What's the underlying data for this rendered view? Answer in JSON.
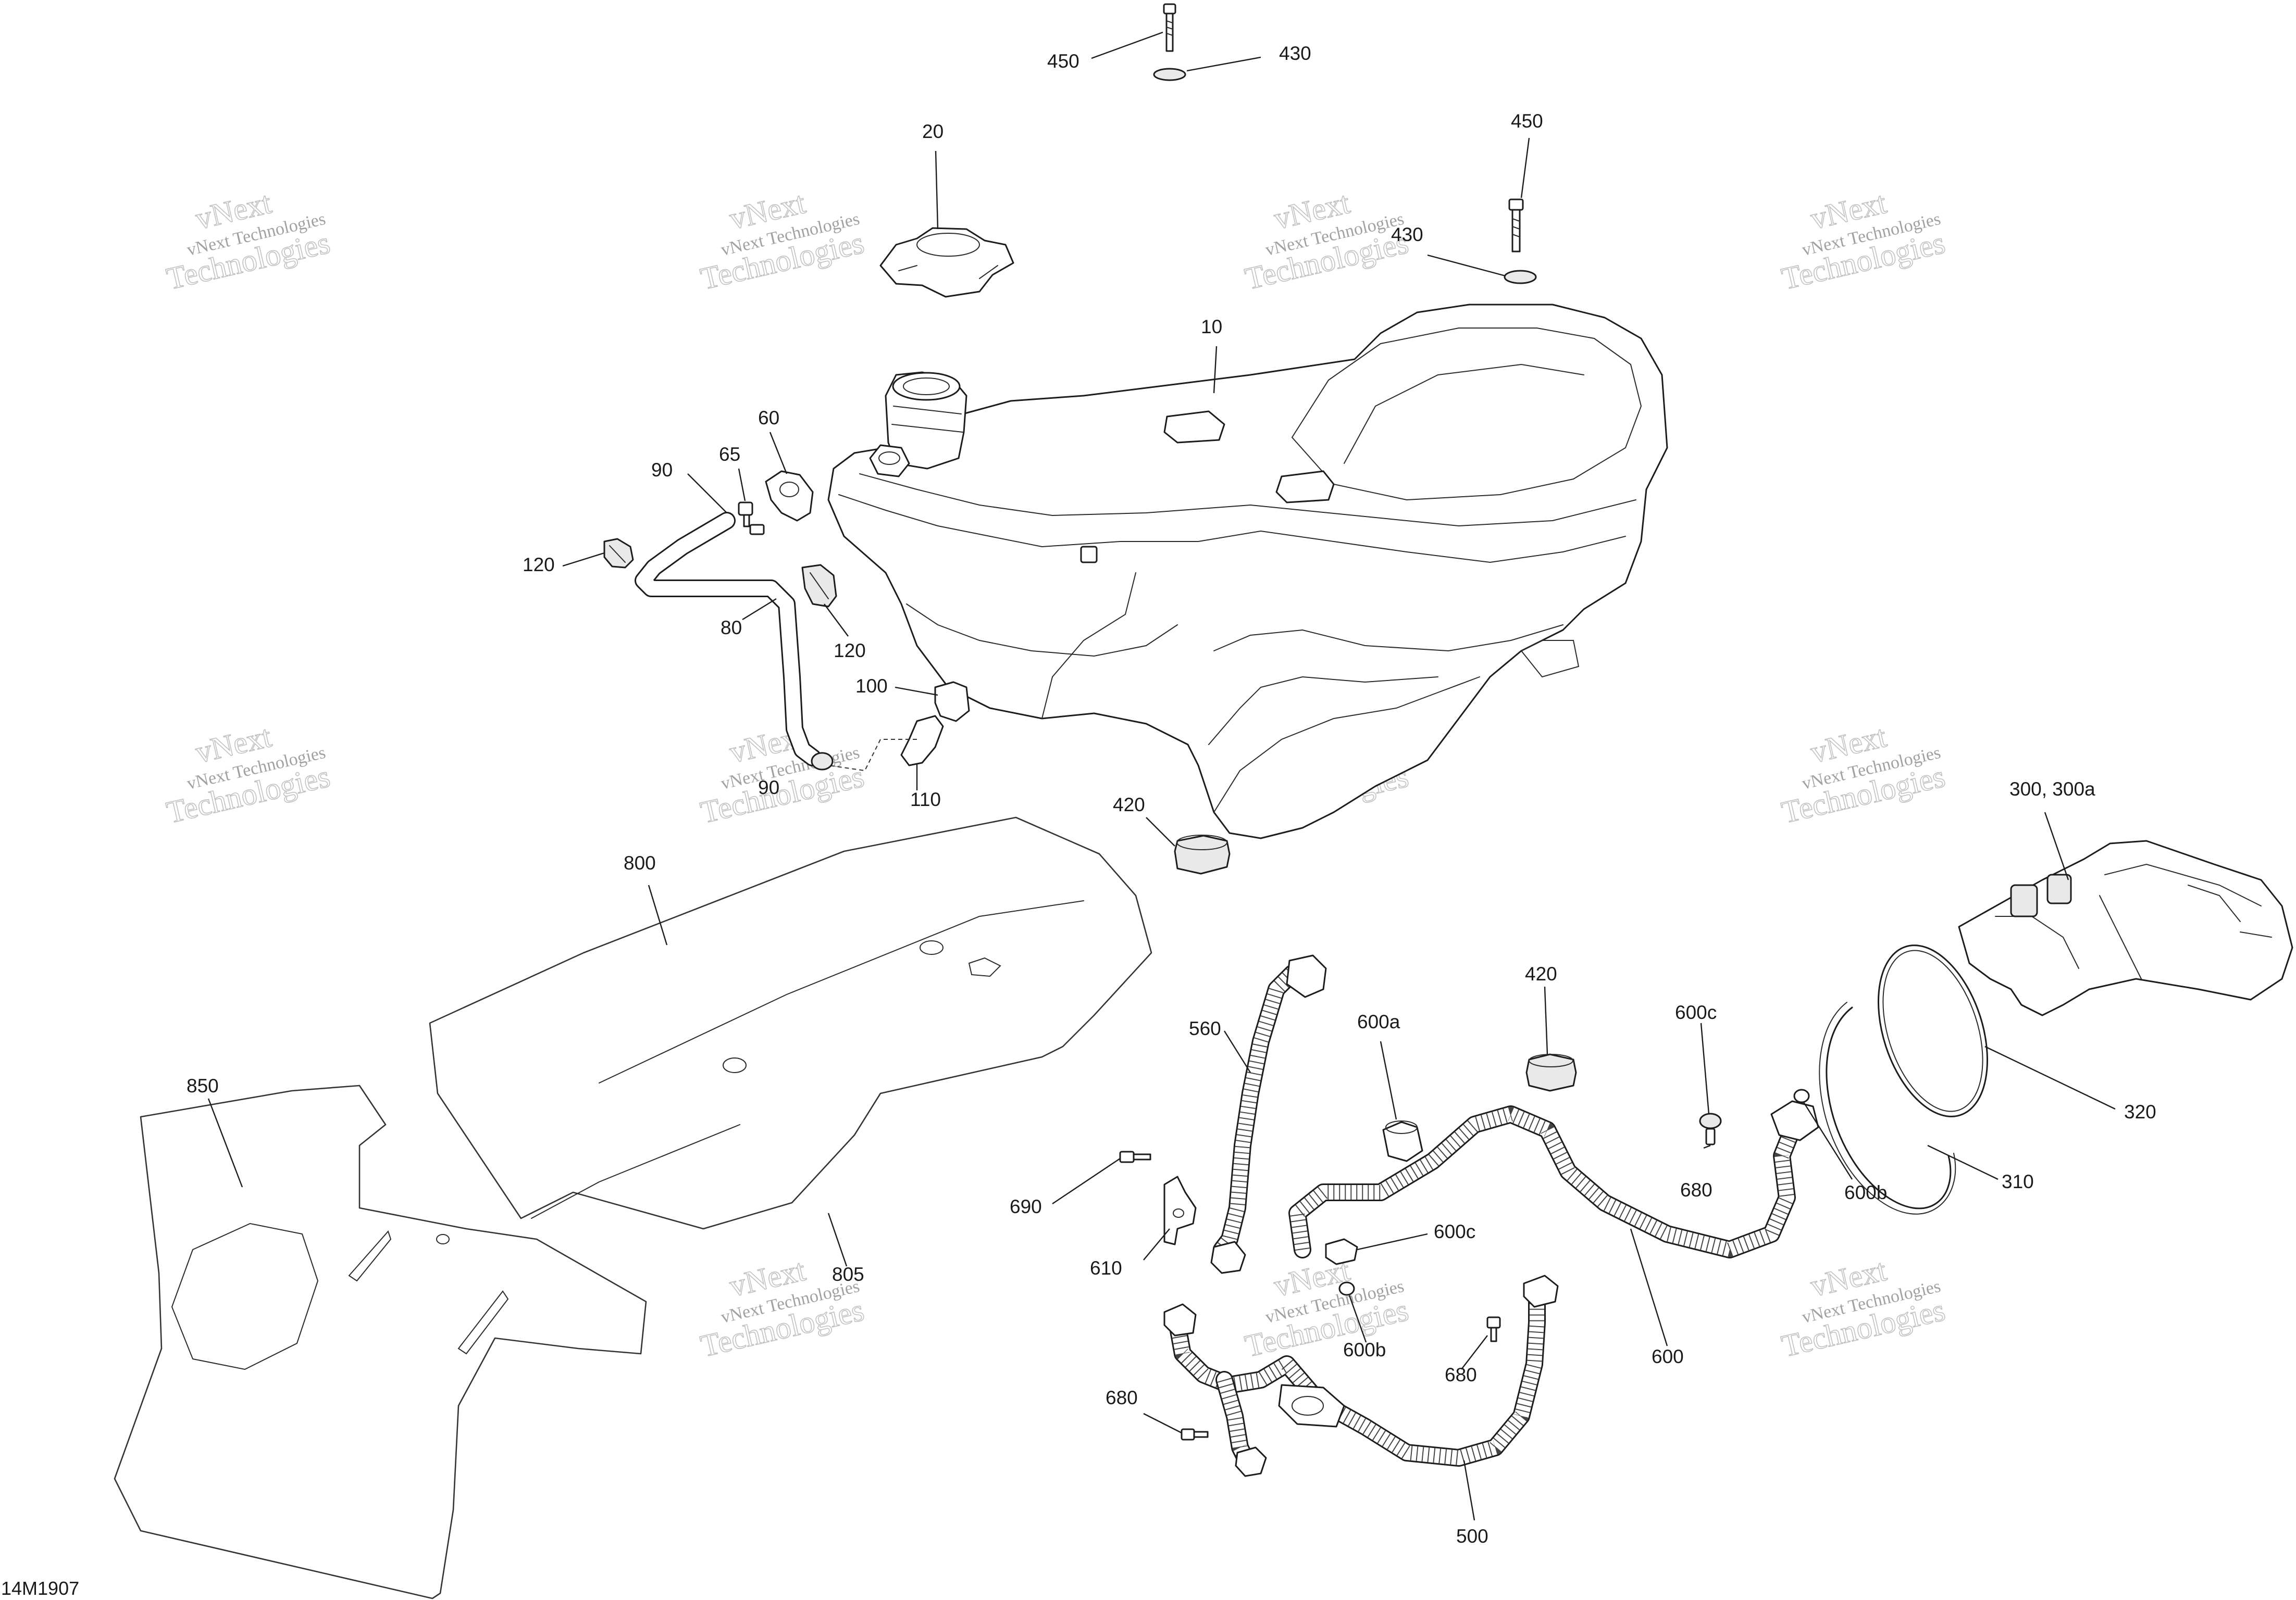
{
  "diagram": {
    "figure_number": "14M1907",
    "watermark": {
      "line1": "vNext",
      "line2": "vNext Technologies",
      "line3": "Technologies"
    },
    "callouts": [
      "450",
      "430",
      "20",
      "450",
      "430",
      "10",
      "60",
      "65",
      "90",
      "120",
      "80",
      "120",
      "100",
      "90",
      "110",
      "420",
      "800",
      "850",
      "805",
      "300, 300a",
      "420",
      "560",
      "600a",
      "600c",
      "680",
      "600b",
      "320",
      "310",
      "690",
      "610",
      "600c",
      "600b",
      "680",
      "600",
      "680",
      "500"
    ],
    "parts": {
      "p10": "fuel-tank",
      "p20": "fuel-cap",
      "p60": "valve",
      "p65": "screw",
      "p80": "vent-hose",
      "p90": "clamp",
      "p100": "fitting",
      "p110": "elbow-fitting",
      "p120": "hose-clip",
      "p300": "fuel-pump-module",
      "p310": "locking-ring",
      "p320": "gasket",
      "p420": "rubber-grommet",
      "p430": "washer",
      "p450": "bolt",
      "p500": "fuel-hose-assembly",
      "p560": "fuel-hose",
      "p600": "fuel-hose",
      "p600a": "sleeve",
      "p600b": "o-ring",
      "p600c": "clamp",
      "p610": "bracket",
      "p680": "quick-connector",
      "p690": "screw",
      "p800": "heat-shield",
      "p805": "insulation-plate",
      "p850": "protector-plate"
    }
  }
}
